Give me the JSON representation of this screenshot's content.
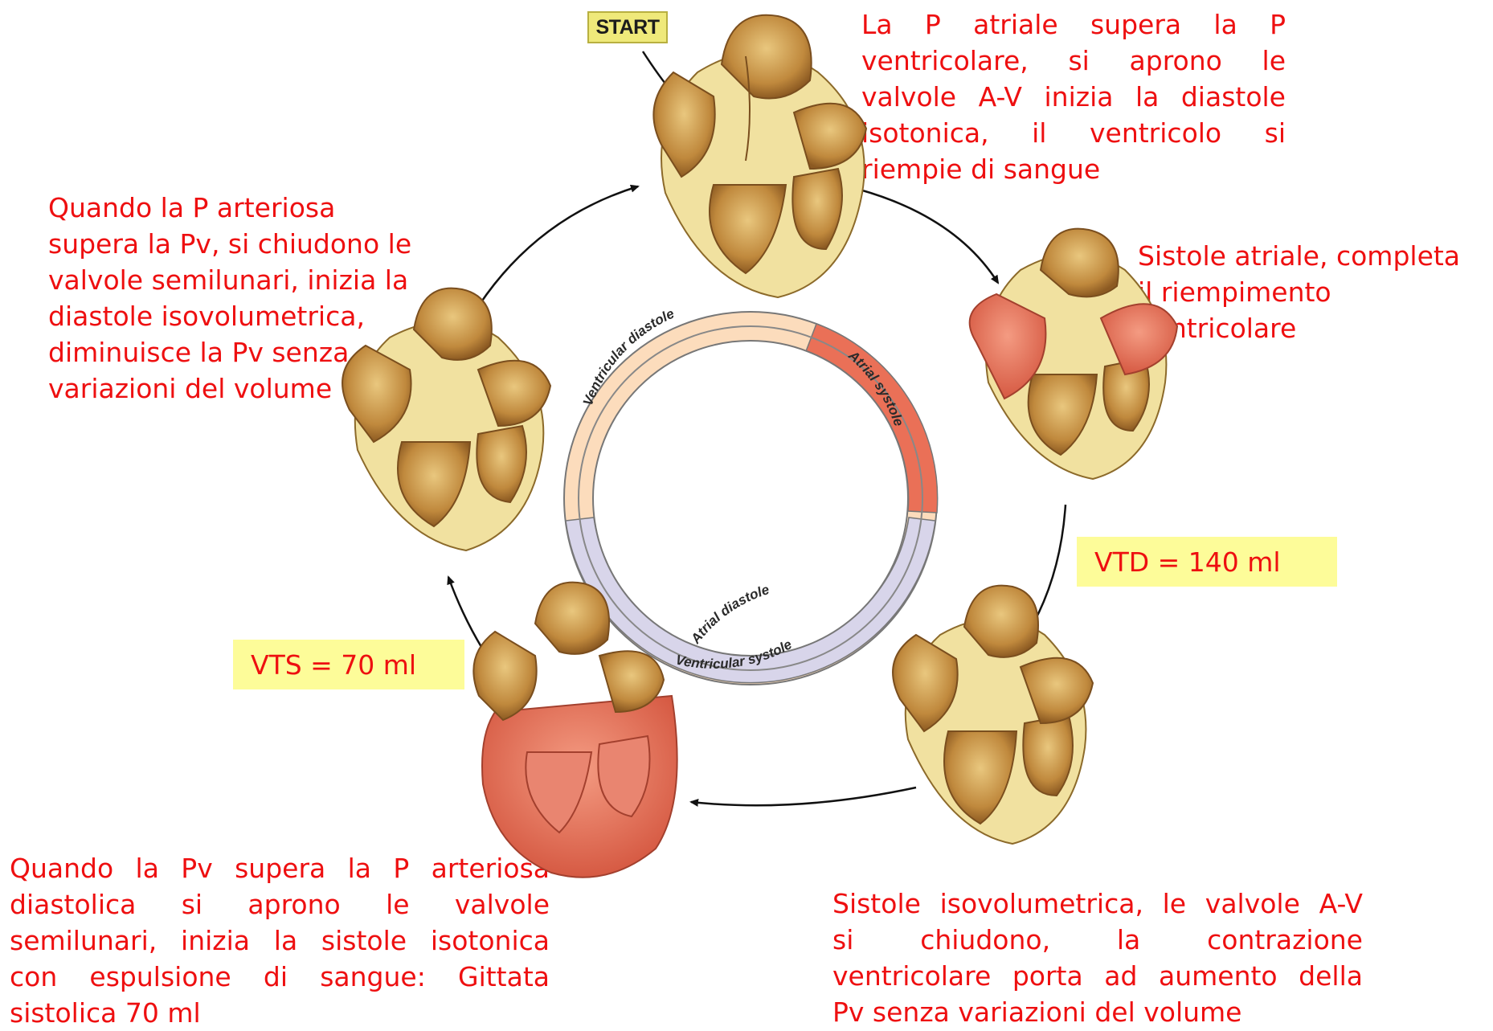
{
  "start_label": "START",
  "ring": {
    "ventricular_diastole": "Ventricular diastole",
    "atrial_systole": "Atrial systole",
    "atrial_diastole": "Atrial diastole",
    "ventricular_systole": "Ventricular systole"
  },
  "notes": {
    "top_right": [
      "La P atriale supera la P",
      "ventricolare, si aprono le",
      "valvole A-V inizia la diastole",
      "isotonica, il ventricolo si",
      "riempie di sangue"
    ],
    "right": [
      "Sistole atriale, completa",
      "il riempimento",
      "ventricolare"
    ],
    "left": [
      "Quando la P arteriosa",
      "supera la Pv, si chiudono le",
      "valvole semilunari, inizia la",
      "diastole isovolumetrica,",
      "diminuisce la Pv senza",
      "variazioni del volume"
    ],
    "bottom_left": [
      "Quando la Pv supera la P arteriosa",
      "diastolica si aprono le valvole",
      "semilunari, inizia la sistole isotonica",
      "con espulsione di sangue: Gittata",
      "sistolica 70 ml"
    ],
    "bottom_right": [
      "Sistole isovolumetrica, le valvole A-V",
      "si chiudono, la contrazione",
      "ventricolare porta ad aumento della",
      "Pv senza variazioni del volume"
    ]
  },
  "vtd_label": "VTD = 140 ml",
  "vts_label": "VTS = 70 ml",
  "colors": {
    "note_text": "#ee0f10",
    "label_box": "#fdfc99",
    "diastole_band": "#fcdcbc",
    "systole_band": "#d8d5ea",
    "atrial_systole_band": "#ea7057",
    "heart_tissue": "#c99a4c",
    "heart_outer": "#f1e1a0",
    "contracting": "#e2735c"
  }
}
